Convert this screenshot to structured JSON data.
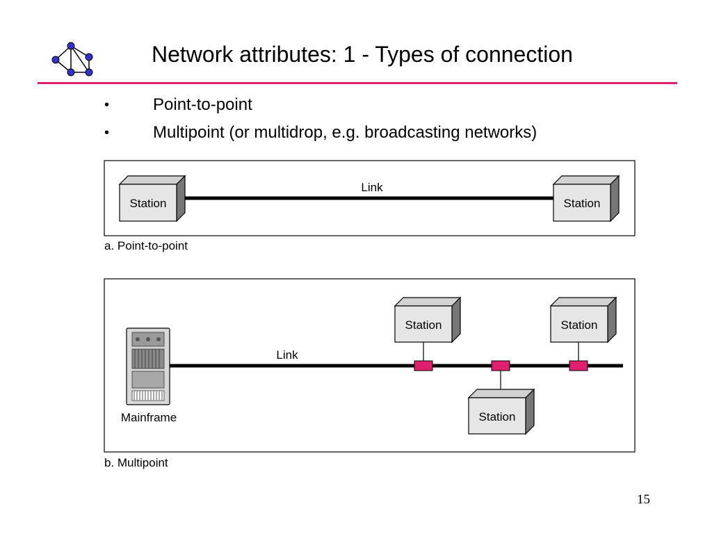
{
  "slide": {
    "title": "Network attributes: 1 - Types of connection",
    "page_number": "15",
    "accent_color": "#e0206e"
  },
  "logo": {
    "icon": "network-graph-icon",
    "node_color": "#3333cc"
  },
  "bullets": [
    {
      "marker": "•",
      "text": "Point-to-point"
    },
    {
      "marker": "•",
      "text": "Multipoint (or multidrop, e.g. broadcasting networks)"
    }
  ],
  "figures": {
    "point_to_point": {
      "caption": "a. Point-to-point",
      "link_label": "Link",
      "left_station": "Station",
      "right_station": "Station"
    },
    "multipoint": {
      "caption": "b. Multipoint",
      "link_label": "Link",
      "mainframe_label": "Mainframe",
      "stations": [
        "Station",
        "Station",
        "Station"
      ],
      "tap_color": "#e0206e"
    }
  }
}
